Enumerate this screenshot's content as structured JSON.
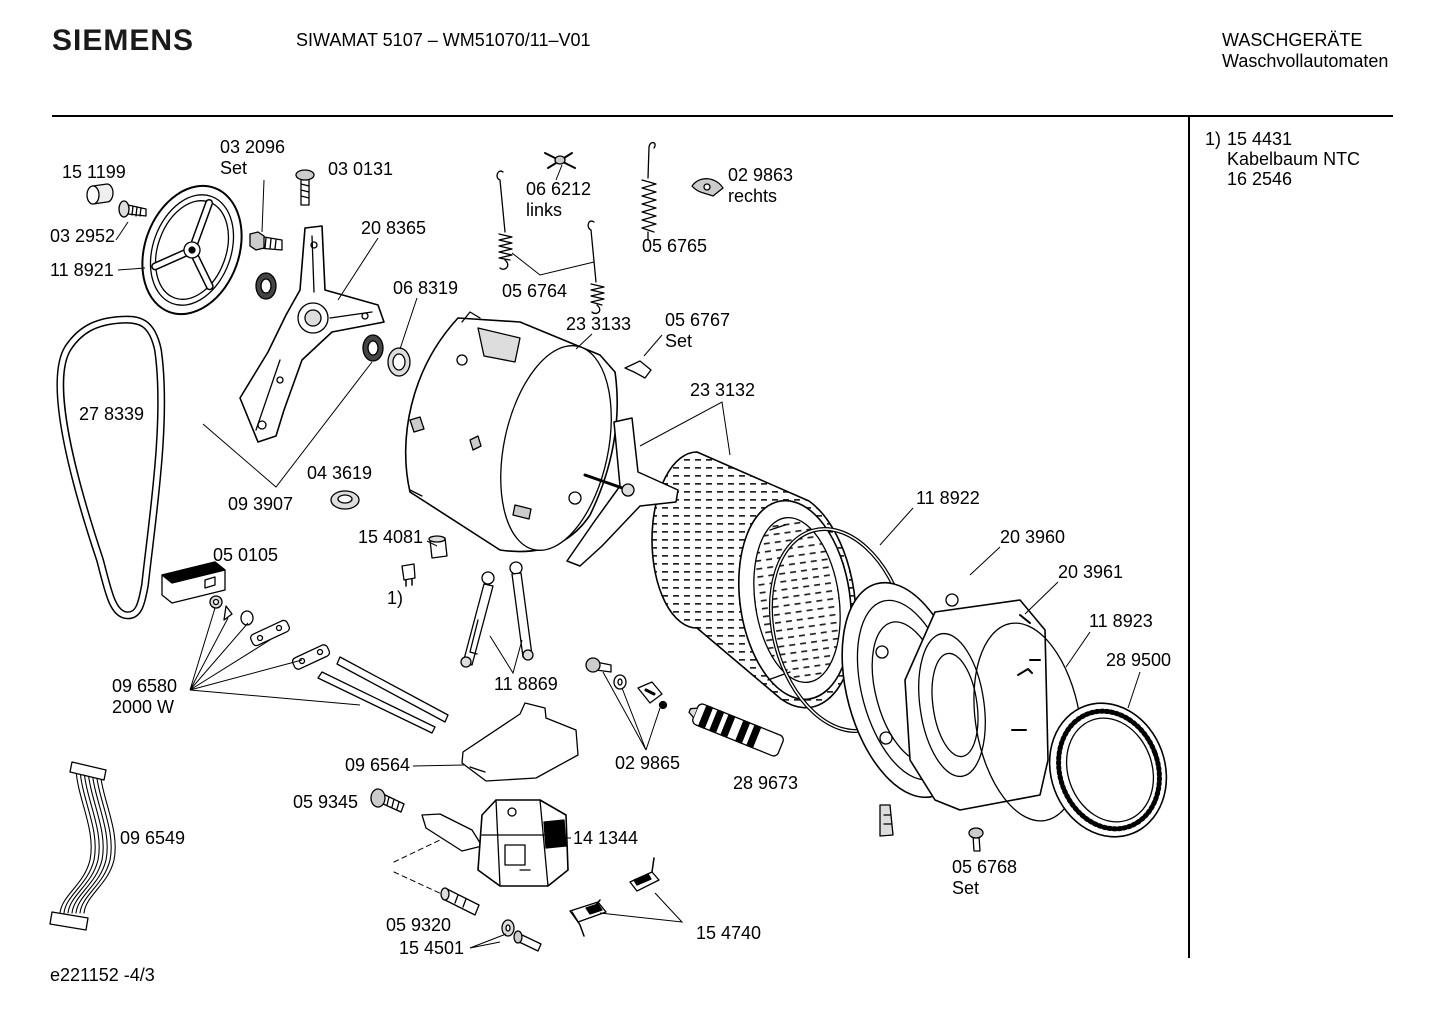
{
  "header": {
    "brand": "SIEMENS",
    "model": "SIWAMAT 5107 – WM51070/11–V01",
    "category": "WASCHGERÄTE",
    "subcategory": "Waschvollautomaten"
  },
  "note": {
    "marker": "1)",
    "part": "15 4431",
    "description": "Kabelbaum NTC",
    "alt_part": "16 2546"
  },
  "parts": [
    {
      "num": "03 2096",
      "sub": "Set"
    },
    {
      "num": "15 1199"
    },
    {
      "num": "03 0131"
    },
    {
      "num": "03 2952"
    },
    {
      "num": "11 8921"
    },
    {
      "num": "20 8365"
    },
    {
      "num": "06 8319"
    },
    {
      "num": "06 6212",
      "sub": "links"
    },
    {
      "num": "02 9863",
      "sub": "rechts"
    },
    {
      "num": "05 6765"
    },
    {
      "num": "05 6764"
    },
    {
      "num": "23 3133"
    },
    {
      "num": "05 6767",
      "sub": "Set"
    },
    {
      "num": "23 3132"
    },
    {
      "num": "27 8339"
    },
    {
      "num": "04 3619"
    },
    {
      "num": "09 3907"
    },
    {
      "num": "11 8922"
    },
    {
      "num": "20 3960"
    },
    {
      "num": "15 4081"
    },
    {
      "num": "05 0105"
    },
    {
      "num": "20 3961"
    },
    {
      "num": "1)"
    },
    {
      "num": "11 8923"
    },
    {
      "num": "28 9500"
    },
    {
      "num": "09 6580",
      "sub": "2000 W"
    },
    {
      "num": "11 8869"
    },
    {
      "num": "09 6564"
    },
    {
      "num": "02 9865"
    },
    {
      "num": "28 9673"
    },
    {
      "num": "05 9345"
    },
    {
      "num": "09 6549"
    },
    {
      "num": "14 1344"
    },
    {
      "num": "05 6768",
      "sub": "Set"
    },
    {
      "num": "05 9320"
    },
    {
      "num": "15 4740"
    },
    {
      "num": "15 4501"
    }
  ],
  "footer": {
    "reference": "e221152 -4/3"
  }
}
